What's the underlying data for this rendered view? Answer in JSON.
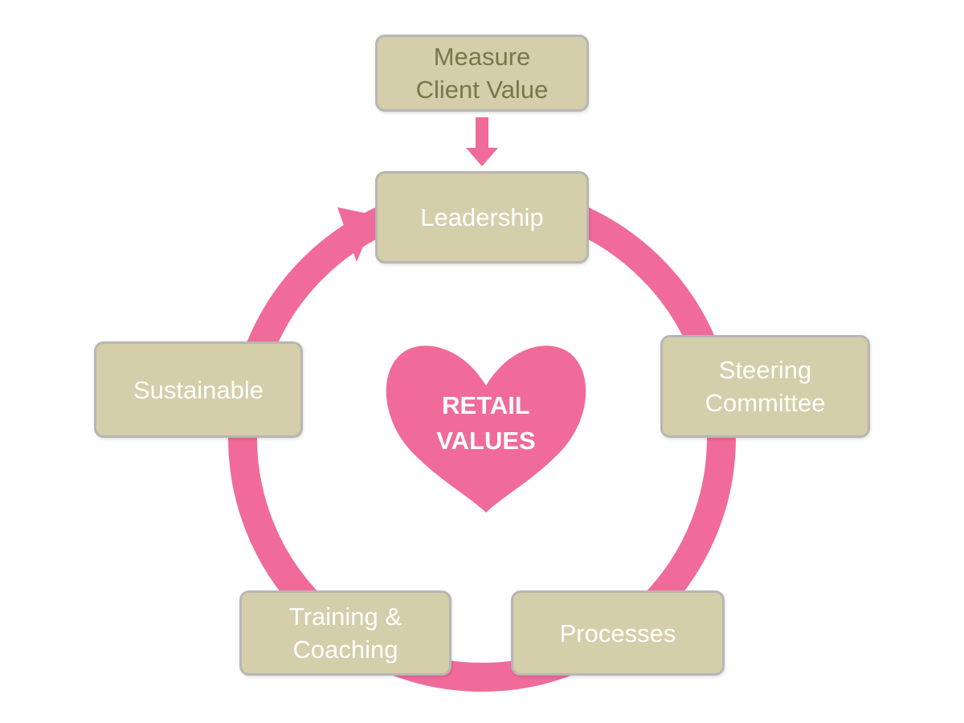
{
  "colors": {
    "accent_pink": "#f06b9a",
    "box_fill": "#d4ceaa",
    "box_border": "#b8b6b3",
    "top_box_text": "#7d7549",
    "box_text": "#ffffff"
  },
  "diagram": {
    "top_input": {
      "label": "Measure\nClient Value"
    },
    "center": {
      "label": "RETAIL\nVALUES",
      "icon": "heart-icon"
    },
    "cycle_nodes": [
      {
        "label": "Leadership"
      },
      {
        "label": "Steering\nCommittee"
      },
      {
        "label": "Processes"
      },
      {
        "label": "Training &\nCoaching"
      },
      {
        "label": "Sustainable"
      }
    ]
  }
}
